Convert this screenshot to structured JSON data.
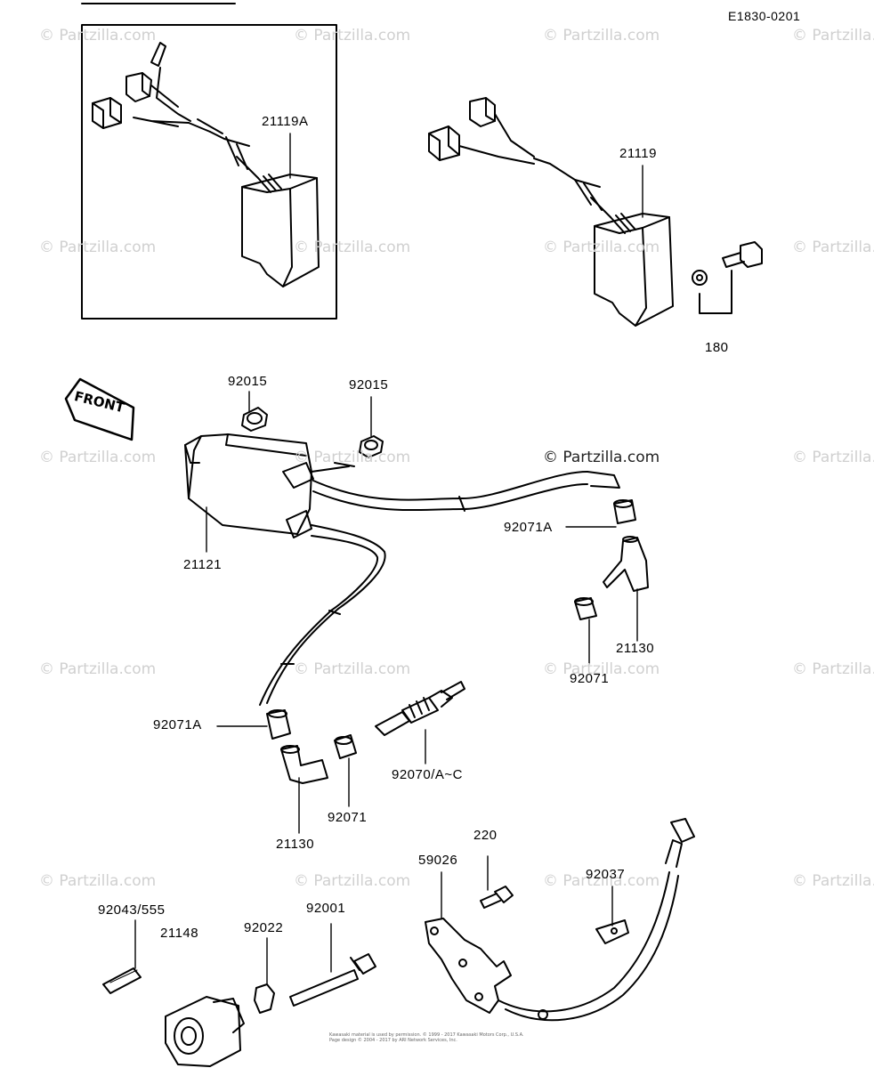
{
  "diagram_code": "E1830-0201",
  "front_label": "FRONT",
  "watermark": "© Partzilla.com",
  "copyright_lines": [
    "Kawasaki material is used by permission. © 1999 - 2017 Kawasaki Motors Corp., U.S.A.",
    "Page design © 2004 - 2017 by ARI Network Services, Inc."
  ],
  "callouts": {
    "p21119A": "21119A",
    "p21119": "21119",
    "p180": "180",
    "p92015a": "92015",
    "p92015b": "92015",
    "p21121": "21121",
    "p92071A_top": "92071A",
    "p21130_right": "21130",
    "p92071_right": "92071",
    "p92071A_left": "92071A",
    "p92070": "92070/A~C",
    "p92071_mid": "92071",
    "p21130_left": "21130",
    "p220": "220",
    "p59026": "59026",
    "p92037": "92037",
    "p92043": "92043/555",
    "p21148": "21148",
    "p92022": "92022",
    "p92001": "92001"
  }
}
